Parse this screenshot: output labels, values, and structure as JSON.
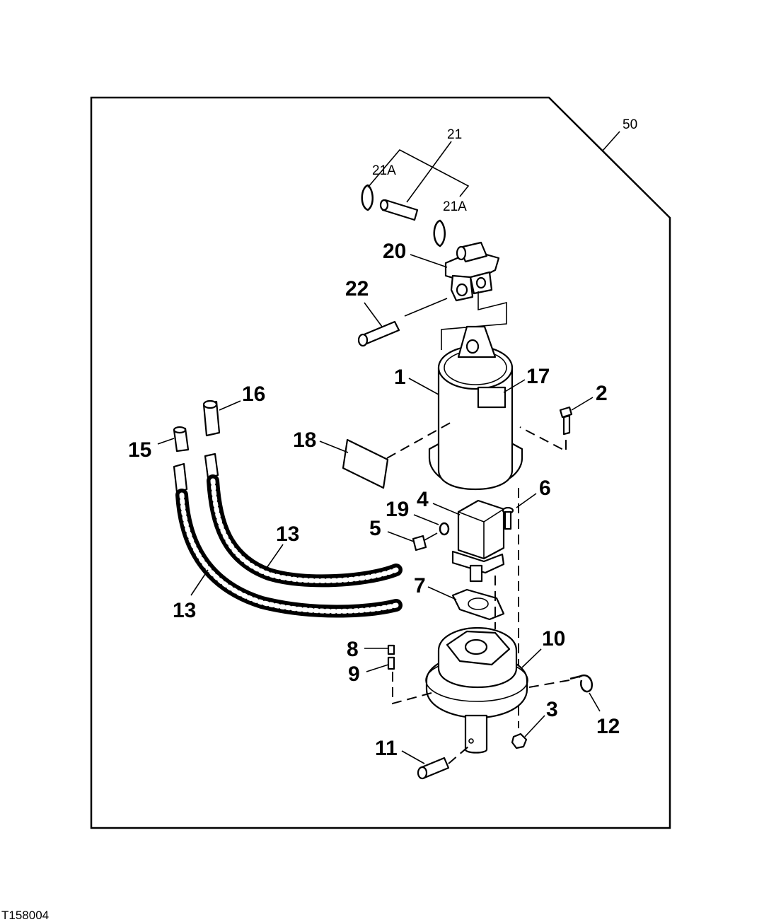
{
  "figure_id": "T158004",
  "callouts": {
    "c1": "1",
    "c2": "2",
    "c3": "3",
    "c4": "4",
    "c5": "5",
    "c6": "6",
    "c7": "7",
    "c8": "8",
    "c9": "9",
    "c10": "10",
    "c11": "11",
    "c12": "12",
    "c13a": "13",
    "c13b": "13",
    "c15": "15",
    "c16": "16",
    "c17": "17",
    "c18": "18",
    "c19": "19",
    "c20": "20",
    "c21": "21",
    "c21a_left": "21A",
    "c21a_right": "21A",
    "c22": "22",
    "c50": "50"
  }
}
